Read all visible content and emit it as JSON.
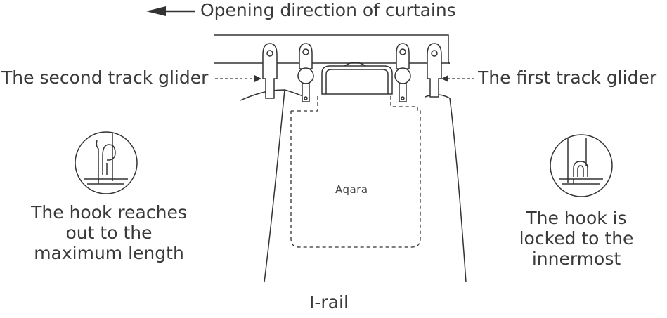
{
  "labels": {
    "direction": "Opening direction of curtains",
    "second_glider": "The second track glider",
    "first_glider": "The first track glider",
    "hook_max": [
      "The hook reaches",
      "out to the",
      "maximum length"
    ],
    "hook_locked": [
      "The hook is",
      "locked to the",
      "innermost"
    ],
    "rail": "I-rail",
    "brand": "Aqara"
  },
  "colors": {
    "stroke": "#333333",
    "text": "#3a3a3a"
  }
}
